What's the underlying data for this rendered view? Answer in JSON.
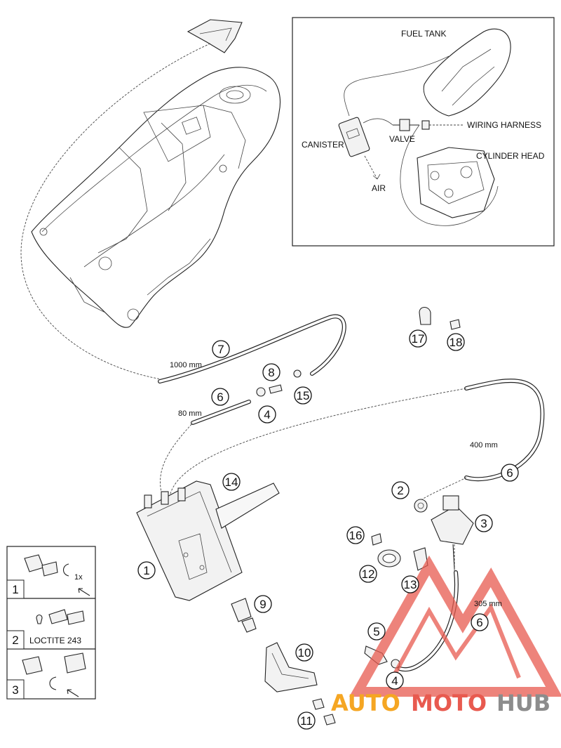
{
  "inset": {
    "fuel_tank": "FUEL TANK",
    "wiring_harness": "WIRING HARNESS",
    "canister": "CANISTER",
    "valve": "VALVE",
    "cylinder_head": "CYLINDER HEAD",
    "air": "AIR"
  },
  "callouts": {
    "c1": "1",
    "c2": "2",
    "c3": "3",
    "c4a": "4",
    "c4b": "4",
    "c5": "5",
    "c6a": "6",
    "c6b": "6",
    "c6c": "6",
    "c7": "7",
    "c8": "8",
    "c9": "9",
    "c10": "10",
    "c11": "11",
    "c12": "12",
    "c13": "13",
    "c14": "14",
    "c15": "15",
    "c16": "16",
    "c17": "17",
    "c18": "18"
  },
  "measurements": {
    "m1000": "1000 mm",
    "m80": "80 mm",
    "m400": "400 mm",
    "m305": "305 mm"
  },
  "legend": {
    "row1_num": "1",
    "row1_note": "1x",
    "row2_num": "2",
    "row2_text": "LOCTITE 243",
    "row3_num": "3"
  },
  "watermark": {
    "part1": "AUTO",
    "part2": "MOTO",
    "part3": "HUB",
    "color1": "#f5a623",
    "color2": "#e85a4f",
    "color3": "#8c8c8c"
  }
}
